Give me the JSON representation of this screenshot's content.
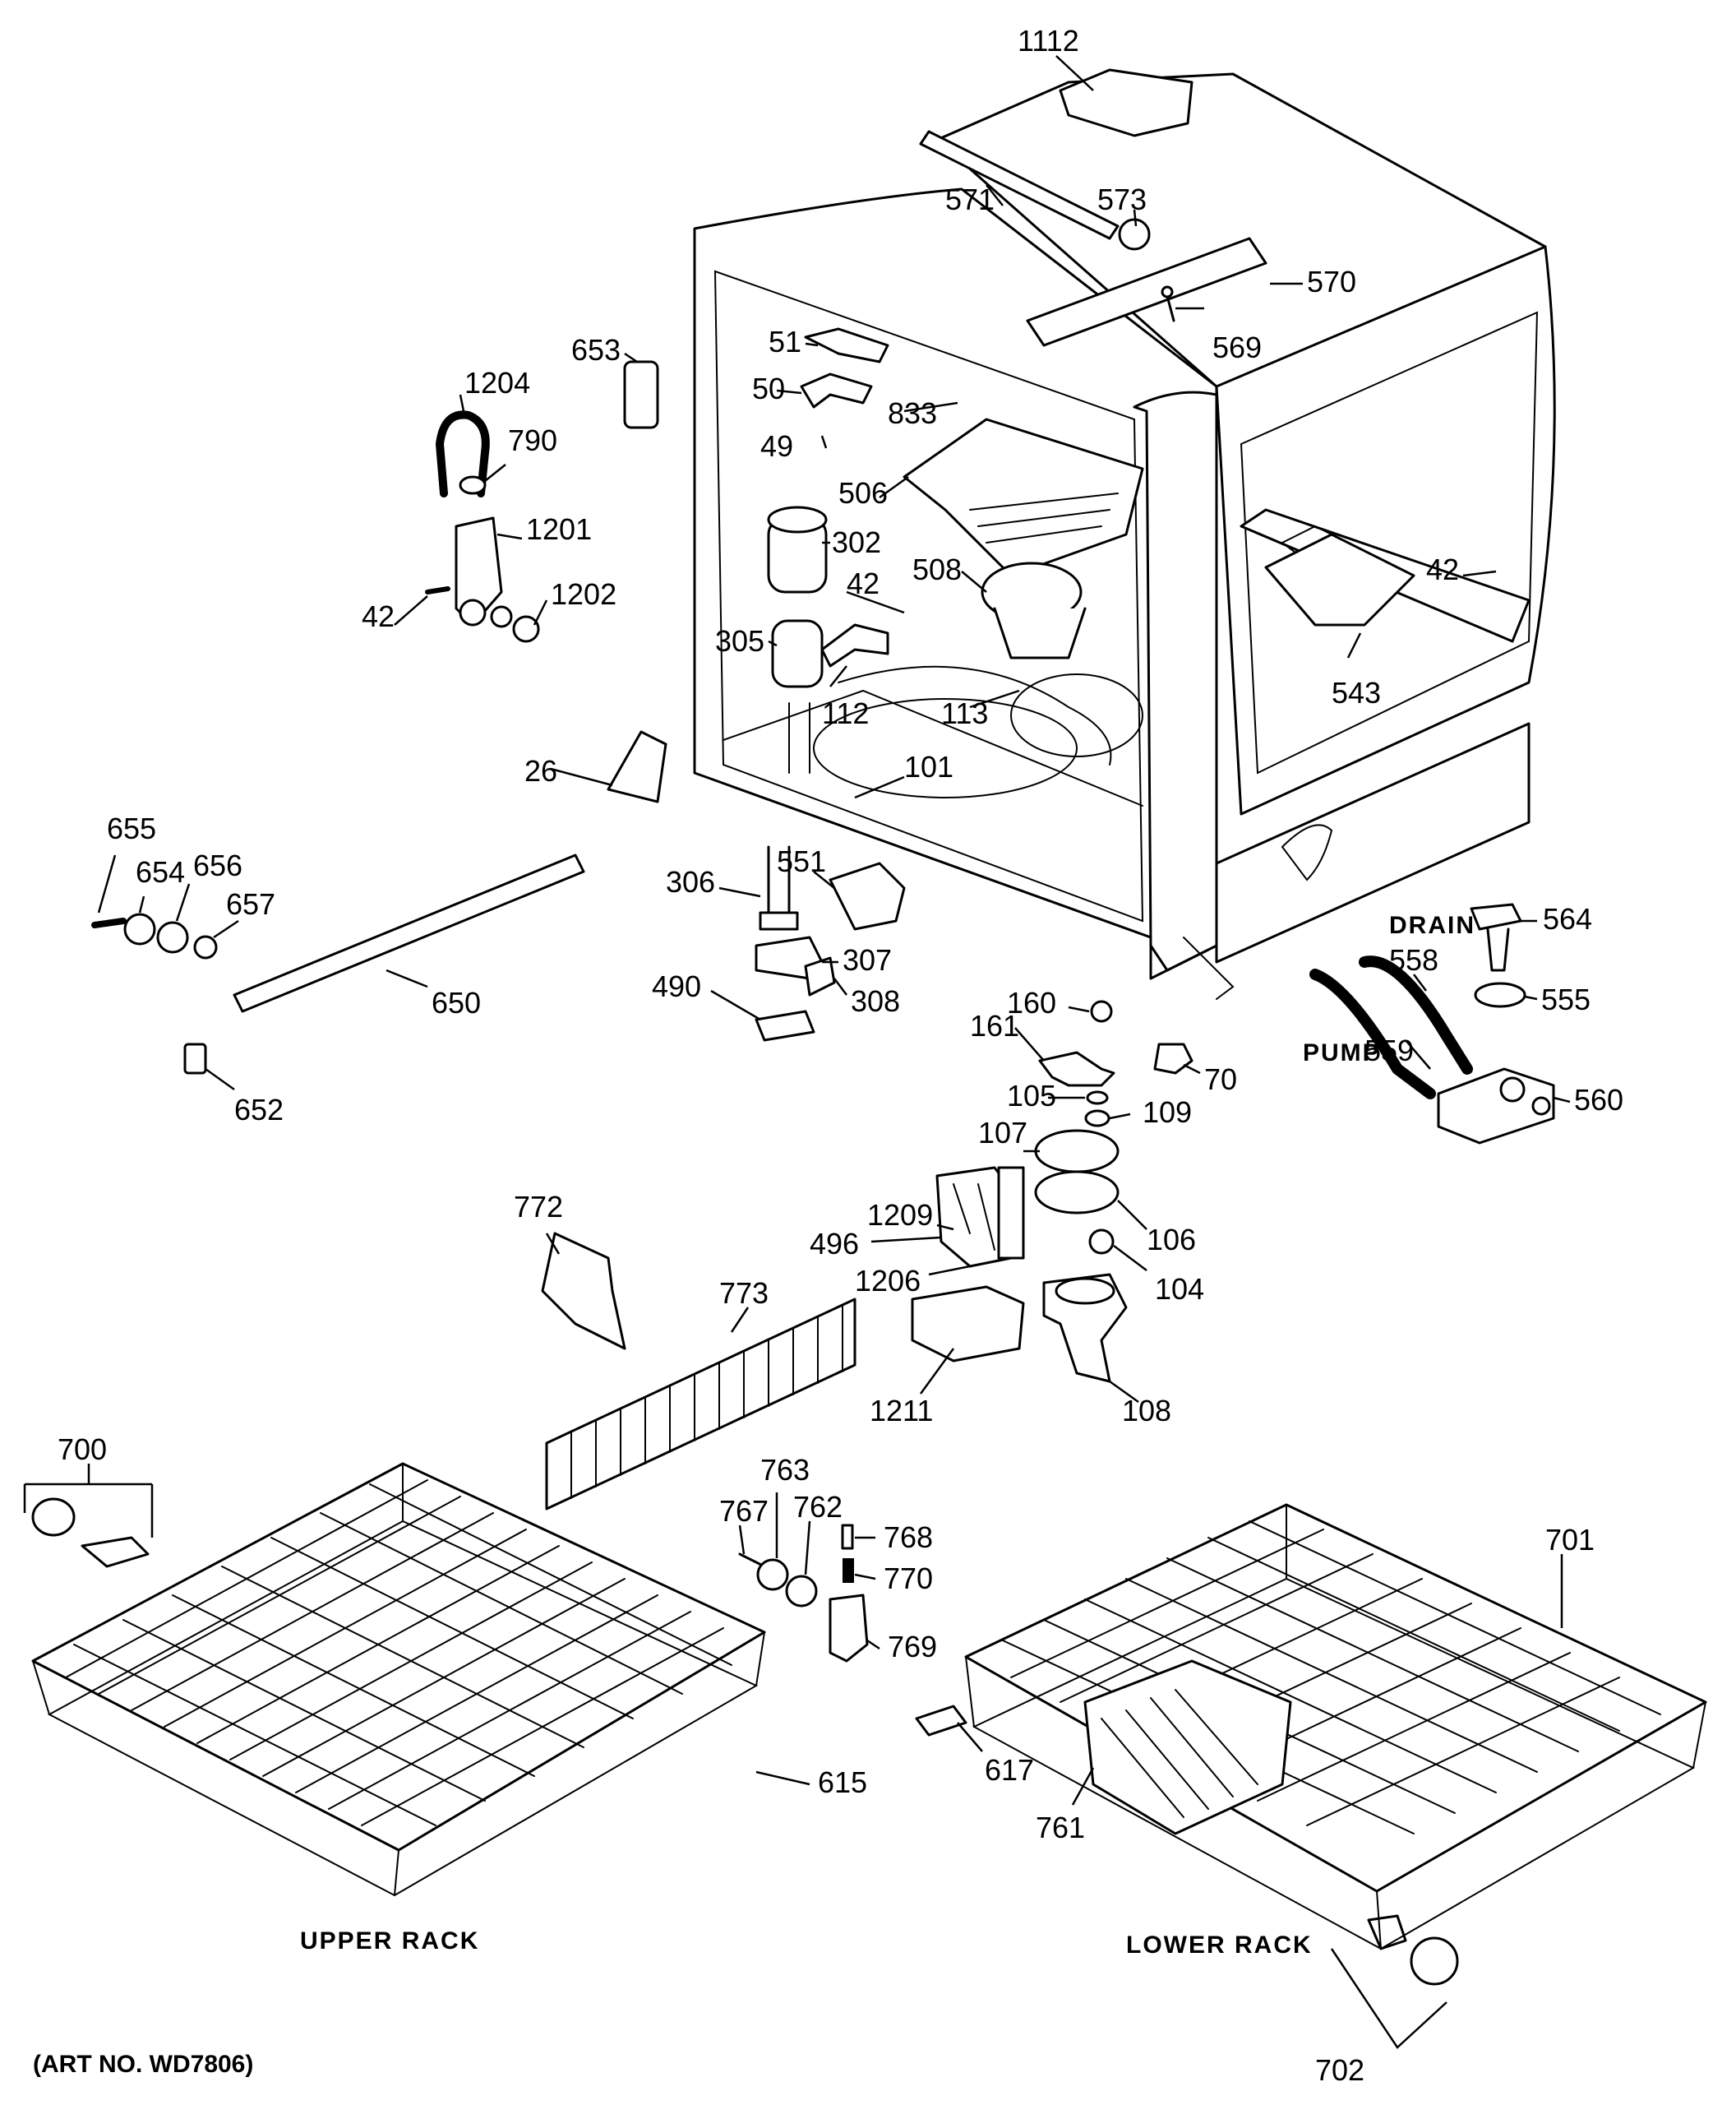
{
  "callouts": [
    {
      "id": "c1112",
      "text": "1112"
    },
    {
      "id": "c571",
      "text": "571"
    },
    {
      "id": "c573",
      "text": "573"
    },
    {
      "id": "c570",
      "text": "570"
    },
    {
      "id": "c569",
      "text": "569"
    },
    {
      "id": "c653",
      "text": "653"
    },
    {
      "id": "c1204",
      "text": "1204"
    },
    {
      "id": "c790",
      "text": "790"
    },
    {
      "id": "c1201",
      "text": "1201"
    },
    {
      "id": "c42a",
      "text": "42"
    },
    {
      "id": "c1202",
      "text": "1202"
    },
    {
      "id": "c51",
      "text": "51"
    },
    {
      "id": "c50",
      "text": "50"
    },
    {
      "id": "c833",
      "text": "833"
    },
    {
      "id": "c49",
      "text": "49"
    },
    {
      "id": "c506",
      "text": "506"
    },
    {
      "id": "c302",
      "text": "302"
    },
    {
      "id": "c42b",
      "text": "42"
    },
    {
      "id": "c508",
      "text": "508"
    },
    {
      "id": "c305",
      "text": "305"
    },
    {
      "id": "c112",
      "text": "112"
    },
    {
      "id": "c113",
      "text": "113"
    },
    {
      "id": "c42c",
      "text": "42"
    },
    {
      "id": "c543",
      "text": "543"
    },
    {
      "id": "c26",
      "text": "26"
    },
    {
      "id": "c101",
      "text": "101"
    },
    {
      "id": "c655",
      "text": "655"
    },
    {
      "id": "c654",
      "text": "654"
    },
    {
      "id": "c656",
      "text": "656"
    },
    {
      "id": "c657",
      "text": "657"
    },
    {
      "id": "c650",
      "text": "650"
    },
    {
      "id": "c652",
      "text": "652"
    },
    {
      "id": "c306",
      "text": "306"
    },
    {
      "id": "c551",
      "text": "551"
    },
    {
      "id": "c307",
      "text": "307"
    },
    {
      "id": "c490",
      "text": "490"
    },
    {
      "id": "c308",
      "text": "308"
    },
    {
      "id": "c160",
      "text": "160"
    },
    {
      "id": "c161",
      "text": "161"
    },
    {
      "id": "c70",
      "text": "70"
    },
    {
      "id": "c105",
      "text": "105"
    },
    {
      "id": "c109",
      "text": "109"
    },
    {
      "id": "c107",
      "text": "107"
    },
    {
      "id": "c106",
      "text": "106"
    },
    {
      "id": "c104",
      "text": "104"
    },
    {
      "id": "c1209",
      "text": "1209"
    },
    {
      "id": "c496",
      "text": "496"
    },
    {
      "id": "c1206",
      "text": "1206"
    },
    {
      "id": "c1211",
      "text": "1211"
    },
    {
      "id": "c108",
      "text": "108"
    },
    {
      "id": "c564",
      "text": "564"
    },
    {
      "id": "c558",
      "text": "558"
    },
    {
      "id": "c555",
      "text": "555"
    },
    {
      "id": "c559",
      "text": "559"
    },
    {
      "id": "c560",
      "text": "560"
    },
    {
      "id": "c772",
      "text": "772"
    },
    {
      "id": "c773",
      "text": "773"
    },
    {
      "id": "c700",
      "text": "700"
    },
    {
      "id": "c763",
      "text": "763"
    },
    {
      "id": "c767",
      "text": "767"
    },
    {
      "id": "c762",
      "text": "762"
    },
    {
      "id": "c768",
      "text": "768"
    },
    {
      "id": "c770",
      "text": "770"
    },
    {
      "id": "c769",
      "text": "769"
    },
    {
      "id": "c615",
      "text": "615"
    },
    {
      "id": "c701",
      "text": "701"
    },
    {
      "id": "c617",
      "text": "617"
    },
    {
      "id": "c761",
      "text": "761"
    },
    {
      "id": "c702",
      "text": "702"
    }
  ],
  "labels": {
    "drain": "DRAIN",
    "pump": "PUMP",
    "upper_rack": "UPPER RACK",
    "lower_rack": "LOWER RACK",
    "art_no": "(ART NO. WD7806)"
  }
}
